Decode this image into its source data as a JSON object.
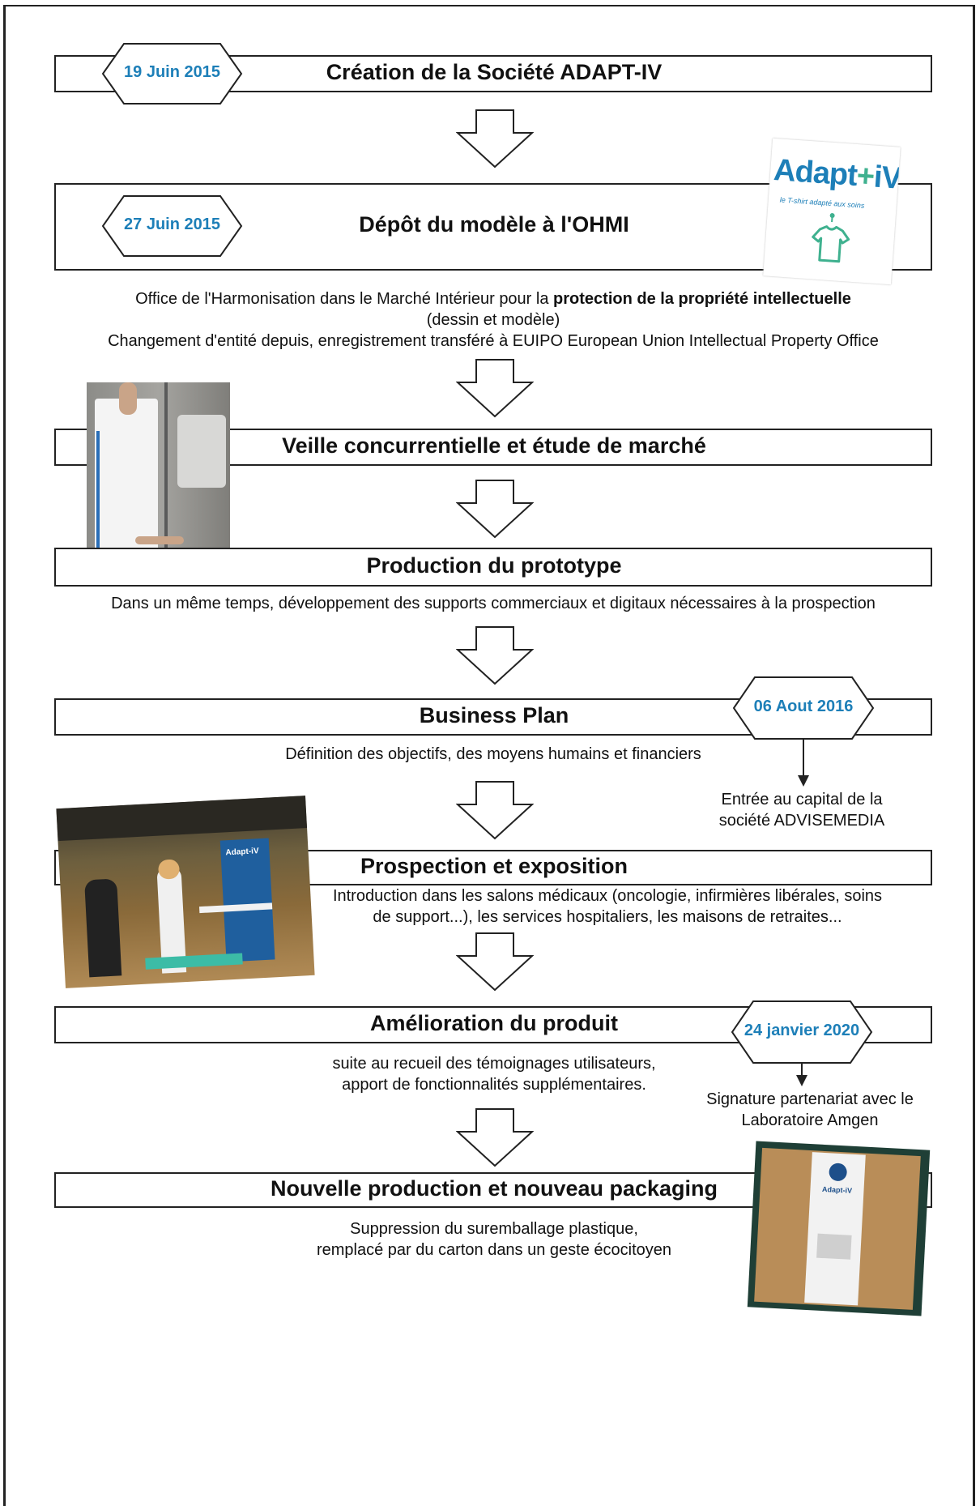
{
  "accent_color": "#1d7fb8",
  "stages": [
    {
      "title": "Création de la Société ADAPT-IV",
      "date": "19 Juin 2015"
    },
    {
      "title": "Dépôt du modèle à l'OHMI",
      "date": "27 Juin 2015",
      "desc_line1_pre": "Office de l'Harmonisation dans le Marché Intérieur pour la ",
      "desc_line1_bold": "protection de la propriété intellectuelle",
      "desc_line2": "(dessin et modèle)",
      "desc_line3": "Changement d'entité depuis, enregistrement transféré à EUIPO European Union Intellectual Property Office"
    },
    {
      "title": "Veille concurrentielle et étude de marché"
    },
    {
      "title": "Production du prototype",
      "desc": "Dans un même temps, développement des supports commerciaux et digitaux nécessaires à la prospection"
    },
    {
      "title": "Business Plan",
      "date": "06 Aout 2016",
      "desc": "Définition des objectifs, des moyens humains et financiers",
      "side_line1": "Entrée au capital de la",
      "side_line2": "société ADVISEMEDIA"
    },
    {
      "title": "Prospection et exposition",
      "desc_line1": "Introduction dans les salons médicaux (oncologie, infirmières libérales, soins",
      "desc_line2": "de support...), les services hospitaliers, les maisons de retraites..."
    },
    {
      "title": "Amélioration du produit",
      "date": "24 janvier 2020",
      "desc_line1": "suite au recueil des témoignages utilisateurs,",
      "desc_line2": "apport de fonctionnalités supplémentaires.",
      "side_line1": "Signature partenariat avec le",
      "side_line2": "Laboratoire Amgen"
    },
    {
      "title": "Nouvelle production et nouveau packaging",
      "desc_line1": "Suppression du suremballage plastique,",
      "desc_line2": "remplacé par du carton dans un geste écocitoyen"
    }
  ],
  "logo": {
    "brand_a": "Adapt",
    "brand_b": "iV",
    "tagline": "le T-shirt adapté aux soins"
  },
  "box_logo": {
    "brand": "Adapt-iV"
  }
}
